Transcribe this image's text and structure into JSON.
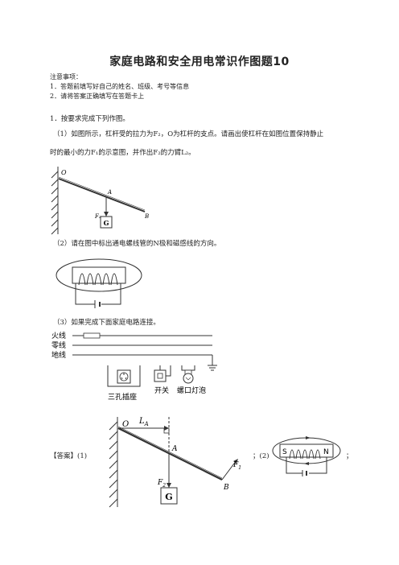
{
  "title": "家庭电路和安全用电常识作图题10",
  "notice": {
    "heading": "注意事项：",
    "items": [
      "1．答题前填写好自己的姓名、班级、考号等信息",
      "2．请将答案正确填写在答题卡上"
    ]
  },
  "question": {
    "intro": "1．按要求完成下列作图。",
    "part1_line1": "（1）如图所示，杠杆受的拉力为F₂，O为杠杆的支点。请画出使杠杆在如图位置保持静止",
    "part1_line2": "时的最小的力F₁的示意图，并作出F₂的力臂L₂。",
    "part2": "（2）请在图中标出通电螺线管的N极和磁感线的方向。",
    "part3": "（3）如果完成下面家庭电路连接。"
  },
  "fig1": {
    "O": "O",
    "A": "A",
    "B": "B",
    "F2": "F₂",
    "G": "G"
  },
  "fig3": {
    "live": "火线",
    "neutral": "零线",
    "ground": "地线",
    "socket": "三孔插座",
    "switch": "开关",
    "bulb": "螺口灯泡"
  },
  "answer": {
    "label": "【答案】(1)",
    "part2_label": "；(2)",
    "end": "；",
    "O": "O",
    "A": "A",
    "B": "B",
    "L": "L",
    "L_sub": "A",
    "F1": "F",
    "F1_sub": "1",
    "F2": "F",
    "F2_sub": "2",
    "G": "G",
    "S": "S",
    "N": "N"
  }
}
